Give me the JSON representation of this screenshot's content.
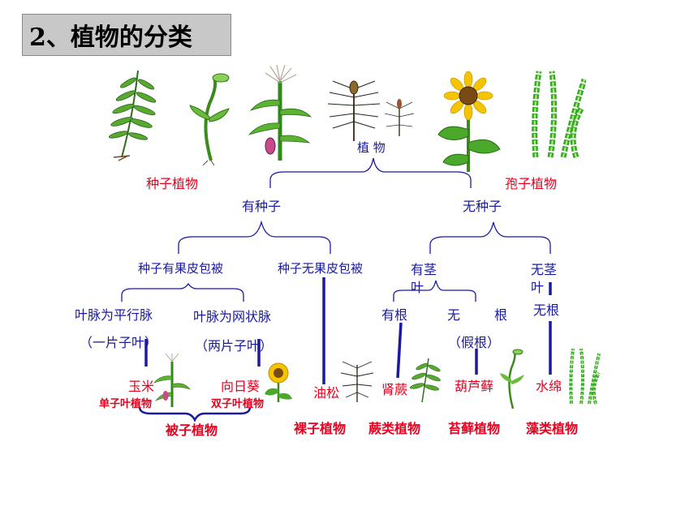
{
  "title": "2、植物的分类",
  "root": "植 物",
  "branches": {
    "seed_plants": "种子植物",
    "spore_plants": "孢子植物",
    "has_seed": "有种子",
    "no_seed": "无种子"
  },
  "seed_split": {
    "with_pericarp": "种子有果皮包被",
    "without_pericarp": "种子无果皮包被",
    "parallel_vein": "叶脉为平行脉",
    "one_cotyledon": "（一片子叶）",
    "net_vein": "叶脉为网状脉",
    "two_cotyledons": "（两片子叶）"
  },
  "spore_split": {
    "stem_leaf": "有茎叶",
    "no_stem_leaf": "无茎叶",
    "has_root": "有根",
    "no_root_1": "无",
    "no_root_2": "根",
    "false_root": "（假根）",
    "rootless": "无根"
  },
  "examples": {
    "corn": "玉米",
    "sunflower": "向日葵",
    "pine": "油松",
    "fern": "肾蕨",
    "moss": "葫芦藓",
    "algae": "水绵"
  },
  "groups": {
    "monocot": "单子叶植物",
    "dicot": "双子叶植物",
    "angiosperm": "被子植物",
    "gymnosperm": "裸子植物",
    "pteridophyte": "蕨类植物",
    "bryophyte": "苔藓植物",
    "algae": "藻类植物"
  },
  "colors": {
    "line": "#1a1aa0",
    "label_red": "#e8001e",
    "title_bg": "#c8c8c8"
  }
}
